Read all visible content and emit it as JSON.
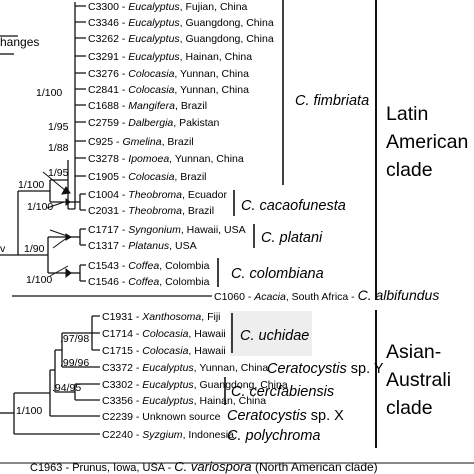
{
  "scale_label": "hanges",
  "taxa": [
    {
      "id": "C3300",
      "genus": "Eucalyptus",
      "loc": ", Fujian, China"
    },
    {
      "id": "C3346",
      "genus": "Eucalyptus",
      "loc": ", Guangdong, China"
    },
    {
      "id": "C3262",
      "genus": "Eucalyptus",
      "loc": ", Guangdong, China"
    },
    {
      "id": "C3291",
      "genus": "Eucalyptus",
      "loc": ", Hainan, China"
    },
    {
      "id": "C3276",
      "genus": "Colocasia",
      "loc": ", Yunnan, China"
    },
    {
      "id": "C2841",
      "genus": "Colocasia",
      "loc": ", Yunnan, China"
    },
    {
      "id": "C1688",
      "genus": "Mangifera",
      "loc": ", Brazil"
    },
    {
      "id": "C2759",
      "genus": "Dalbergia",
      "loc": ", Pakistan"
    },
    {
      "id": "C925",
      "genus": "Gmelina",
      "loc": ", Brazil"
    },
    {
      "id": "C3278",
      "genus": "Ipomoea",
      "loc": ", Yunnan, China"
    },
    {
      "id": "C1905",
      "genus": "Colocasia",
      "loc": ", Brazil"
    },
    {
      "id": "C1004",
      "genus": "Theobroma",
      "loc": ", Ecuador"
    },
    {
      "id": "C2031",
      "genus": "Theobroma",
      "loc": ", Brazil"
    },
    {
      "id": "C1717",
      "genus": "Syngonium",
      "loc": ", Hawaii, USA"
    },
    {
      "id": "C1317",
      "genus": "Platanus",
      "loc": ", USA"
    },
    {
      "id": "C1543",
      "genus": "Coffea",
      "loc": ", Colombia"
    },
    {
      "id": "C1546",
      "genus": "Coffea",
      "loc": ", Colombia"
    },
    {
      "id": "C1060",
      "genus": "Acacia",
      "loc": ", South Africa",
      "species": "C. albifundus"
    },
    {
      "id": "C1931",
      "genus": "Xanthosoma",
      "loc": ", Fiji"
    },
    {
      "id": "C1714",
      "genus": "Colocasia",
      "loc": ", Hawaii"
    },
    {
      "id": "C1715",
      "genus": "Colocasia",
      "loc": ", Hawaii"
    },
    {
      "id": "C3372",
      "genus": "Eucalyptus",
      "loc": ", Yunnan, China"
    },
    {
      "id": "C3302",
      "genus": "Eucalyptus",
      "loc": ", Guangdong, China"
    },
    {
      "id": "C3356",
      "genus": "Eucalyptus",
      "loc": ", Hainan, China"
    },
    {
      "id": "C2239",
      "genus": "",
      "loc": "Unknown source"
    },
    {
      "id": "C2240",
      "genus": "Syzgium",
      "loc": ", Indonesia"
    }
  ],
  "supports": [
    "1/100",
    "1/95",
    "1/88",
    "1/95",
    "1/100",
    "1/100",
    "1/90",
    "1/100",
    "v",
    ".97/98",
    ".99/96",
    ".94/95",
    "1/100"
  ],
  "clades": {
    "fimbriata": "C. fimbriata",
    "cacaofunesta": "C. cacaofunesta",
    "platani": "C. platani",
    "colombiana": "C. colombiana",
    "uchidae": "C. uchidae",
    "sp_y_genus": "Ceratocystis",
    "sp_y_rest": " sp. Y",
    "cercfabiensis": "C. cercfabiensis",
    "sp_x_genus": "Ceratocystis",
    "sp_x_rest": " sp. X",
    "polychroma": "C. polychroma"
  },
  "groups": {
    "latin_1": "Latin",
    "latin_2": "American",
    "latin_3": "clade",
    "asian_1": "Asian-",
    "asian_2": "Australi",
    "asian_3": "clade"
  },
  "outgroup": {
    "pre": "C1963 - Prunus, Iowa, USA - ",
    "species": "C. variospora",
    "post": " (North American clade)"
  }
}
